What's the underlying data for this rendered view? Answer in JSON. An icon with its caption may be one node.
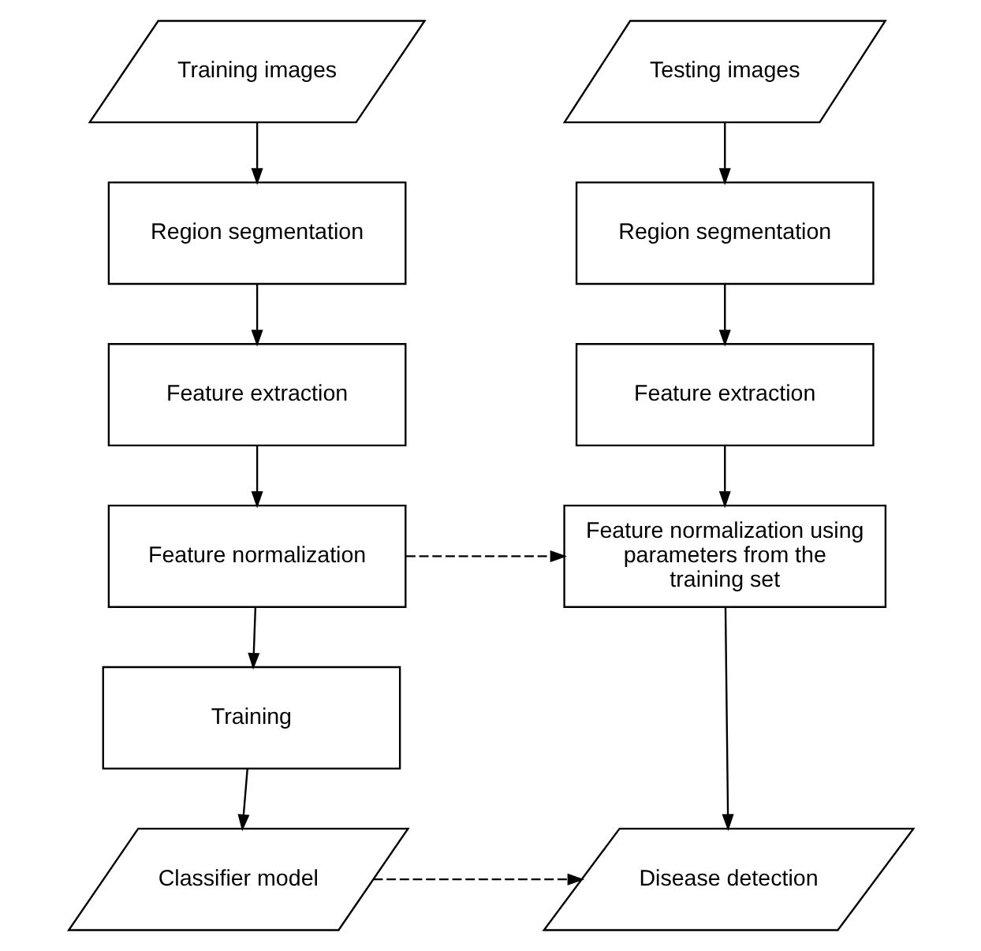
{
  "diagram": {
    "nodes": [
      {
        "text": [
          "Training images"
        ]
      },
      {
        "text": [
          "Region segmentation"
        ]
      },
      {
        "text": [
          "Feature extraction"
        ]
      },
      {
        "text": [
          "Feature normalization"
        ]
      },
      {
        "text": [
          "Training"
        ]
      },
      {
        "text": [
          "Classifier model"
        ]
      },
      {
        "text": [
          "Testing images"
        ]
      },
      {
        "text": [
          "Region segmentation"
        ]
      },
      {
        "text": [
          "Feature extraction"
        ]
      },
      {
        "text": [
          "Feature normalization using parameters from the training set"
        ]
      },
      {
        "text": [
          "Disease detection"
        ]
      }
    ],
    "edges": [
      {
        "from": 0,
        "to": 1,
        "arrow": "to"
      },
      {
        "from": 1,
        "to": 2,
        "arrow": "to"
      },
      {
        "from": 2,
        "to": 3,
        "arrow": "to"
      },
      {
        "from": 3,
        "to": 4,
        "arrow": "to"
      },
      {
        "from": 4,
        "to": 5,
        "arrow": "to"
      },
      {
        "from": 6,
        "to": 7,
        "arrow": "to"
      },
      {
        "from": 7,
        "to": 8,
        "arrow": "to"
      },
      {
        "from": 8,
        "to": 9,
        "arrow": "to"
      },
      {
        "from": 9,
        "to": 10,
        "arrow": "to"
      },
      {
        "from": 3,
        "to": 9,
        "arrow": "to",
        "style": "dashed"
      },
      {
        "from": 5,
        "to": 10,
        "arrow": "to",
        "style": "dashed"
      }
    ]
  }
}
